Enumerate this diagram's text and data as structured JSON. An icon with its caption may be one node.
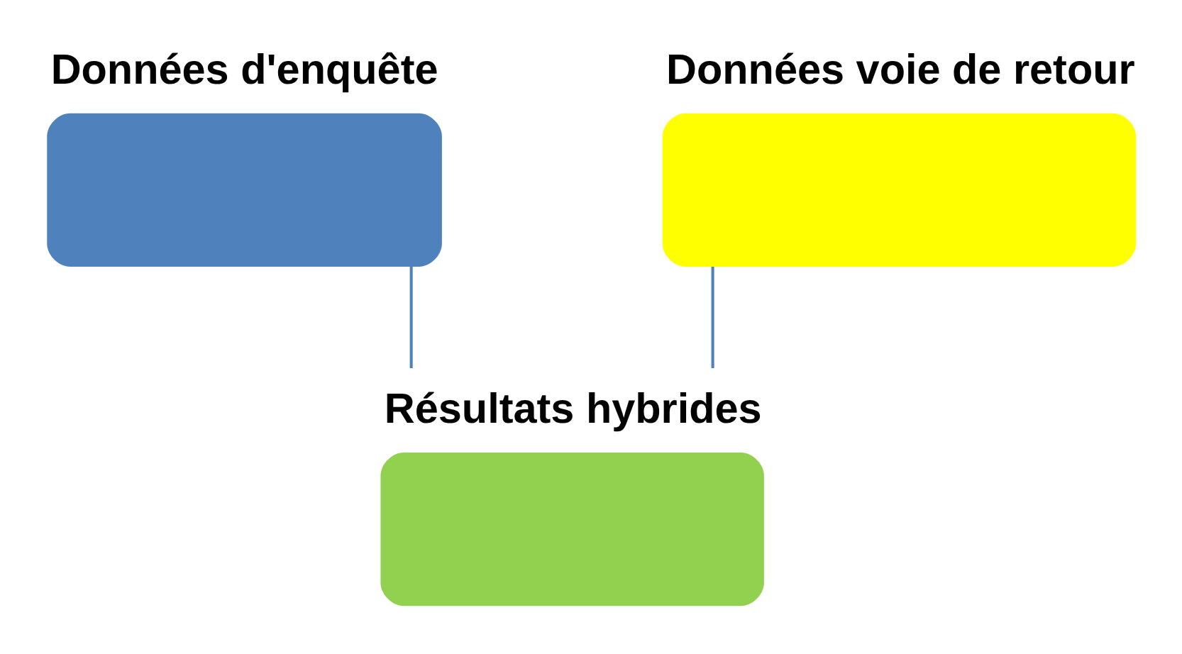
{
  "diagram": {
    "nodes": [
      {
        "text": [
          "Données d'enquête"
        ]
      },
      {
        "text": [
          "Données voie de retour"
        ]
      },
      {
        "text": [
          "Résultats hybrides"
        ]
      }
    ],
    "edges": [
      {
        "from": 0,
        "to": 2,
        "arrow": "none"
      },
      {
        "from": 1,
        "to": 2,
        "arrow": "none"
      }
    ]
  }
}
